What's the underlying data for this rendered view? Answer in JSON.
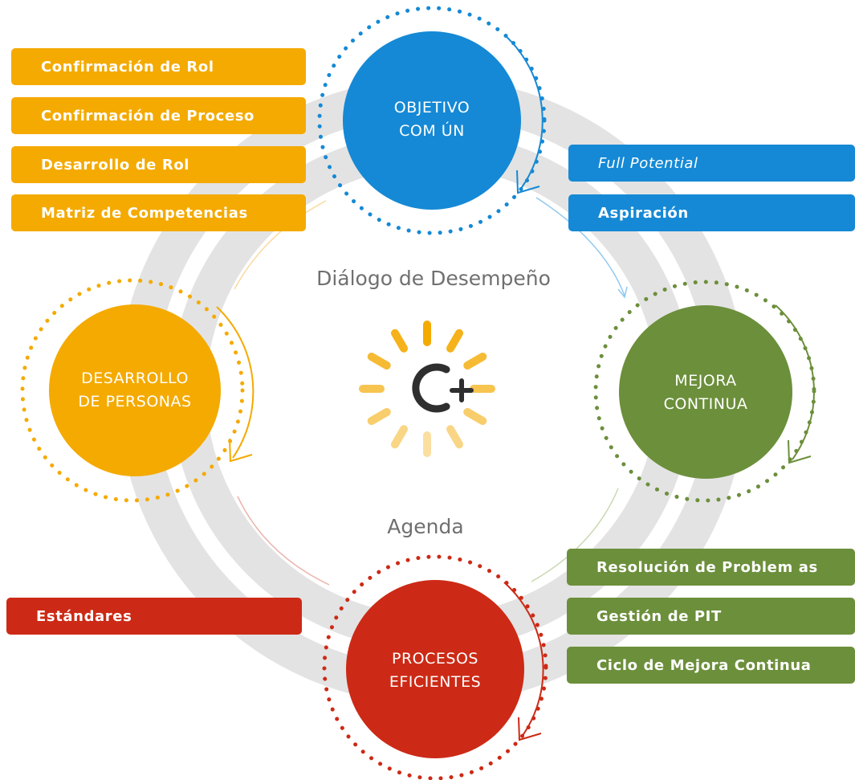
{
  "colors": {
    "objetivo": "#1589d5",
    "desarrollo": "#f4aa00",
    "mejora": "#6c8f3b",
    "procesos": "#cc2a16",
    "ring": "#e3e3e3",
    "logo_dark": "#2f2f2f"
  },
  "center": {
    "top_label": "Diálogo de Desempeño",
    "bottom_label": "Agenda",
    "logo_text": "C+"
  },
  "circles": {
    "objetivo": "OBJETIVO\nCOM ÚN",
    "desarrollo": "DESARROLLO\nDE PERSONAS",
    "mejora": "MEJORA\nCONTINUA",
    "procesos": "PROCESOS\nEFICIENTES"
  },
  "tags": {
    "orange": [
      "Confirmación de Rol",
      "Confirmación de Proceso",
      "Desarrollo de Rol",
      "Matriz de Competencias"
    ],
    "blue": [
      "Full Potential",
      "Aspiración"
    ],
    "green": [
      "Resolución de Problem as",
      "Gestión de PIT",
      "Ciclo de Mejora Continua"
    ],
    "red": [
      "Estándares"
    ]
  }
}
